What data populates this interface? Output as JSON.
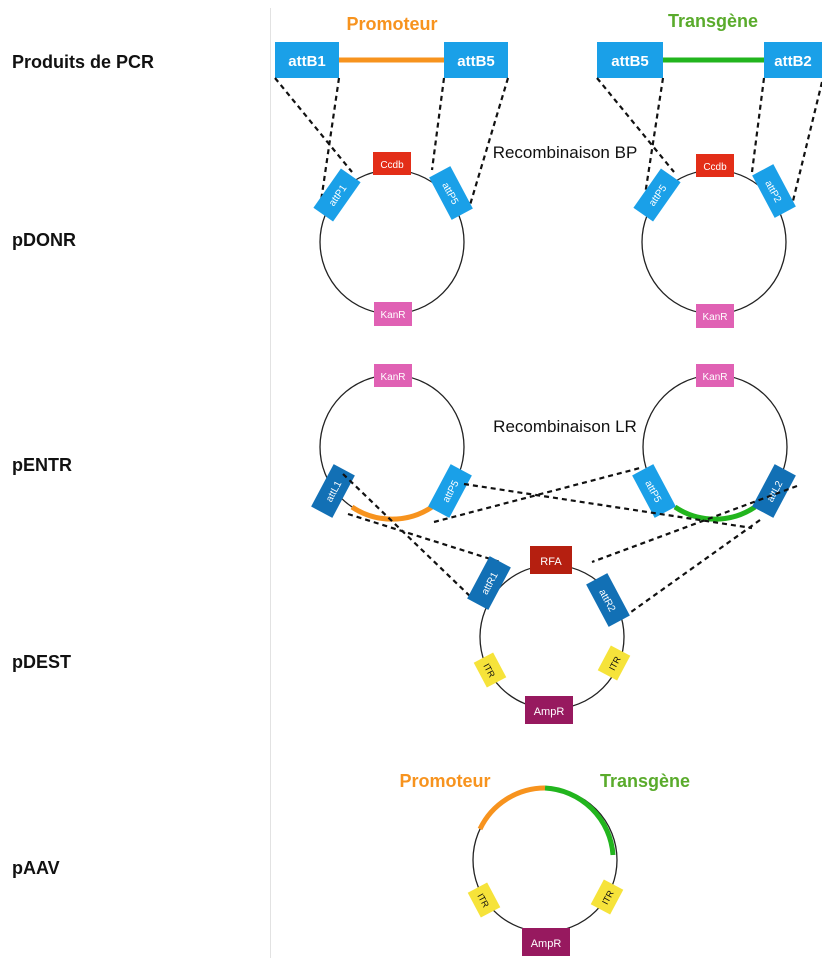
{
  "row_labels": {
    "pcr": "Produits de PCR",
    "pdonr": "pDONR",
    "pentr": "pENTR",
    "pdest": "pDEST",
    "paav": "pAAV"
  },
  "pcr_products": {
    "promoteur": {
      "title": "Promoteur",
      "left_site": "attB1",
      "right_site": "attB5"
    },
    "transgene": {
      "title": "Transgène",
      "left_site": "attB5",
      "right_site": "attB2"
    }
  },
  "pdonr": {
    "left": {
      "top": "Ccdb",
      "bottom": "KanR",
      "site_left": "attP1",
      "site_right": "attP5"
    },
    "right": {
      "top": "Ccdb",
      "bottom": "KanR",
      "site_left": "attP5",
      "site_right": "attP2"
    }
  },
  "reactions": {
    "bp": "Recombinaison BP",
    "lr": "Recombinaison LR"
  },
  "pentr": {
    "left": {
      "top": "KanR",
      "site_left": "attL1",
      "site_right": "attP5"
    },
    "right": {
      "top": "KanR",
      "site_left": "attP5",
      "site_right": "attL2"
    }
  },
  "pdest": {
    "top": "RFA",
    "site_left": "attR1",
    "site_right": "attR2",
    "itr_left": "ITR",
    "itr_right": "ITR",
    "bottom": "AmpR"
  },
  "paav": {
    "label_promoter": "Promoteur",
    "label_transgene": "Transgène",
    "itr_left": "ITR",
    "itr_right": "ITR",
    "bottom": "AmpR"
  },
  "colors": {
    "attb_site": "#1aa0e8",
    "attl_site": "#1270b5",
    "promoter": "#f7931e",
    "transgene": "#22b51e",
    "ccdb": "#e32e18",
    "kanr": "#e061b4",
    "rfa": "#b51f10",
    "itr": "#f6e33a",
    "ampr": "#97195f"
  }
}
